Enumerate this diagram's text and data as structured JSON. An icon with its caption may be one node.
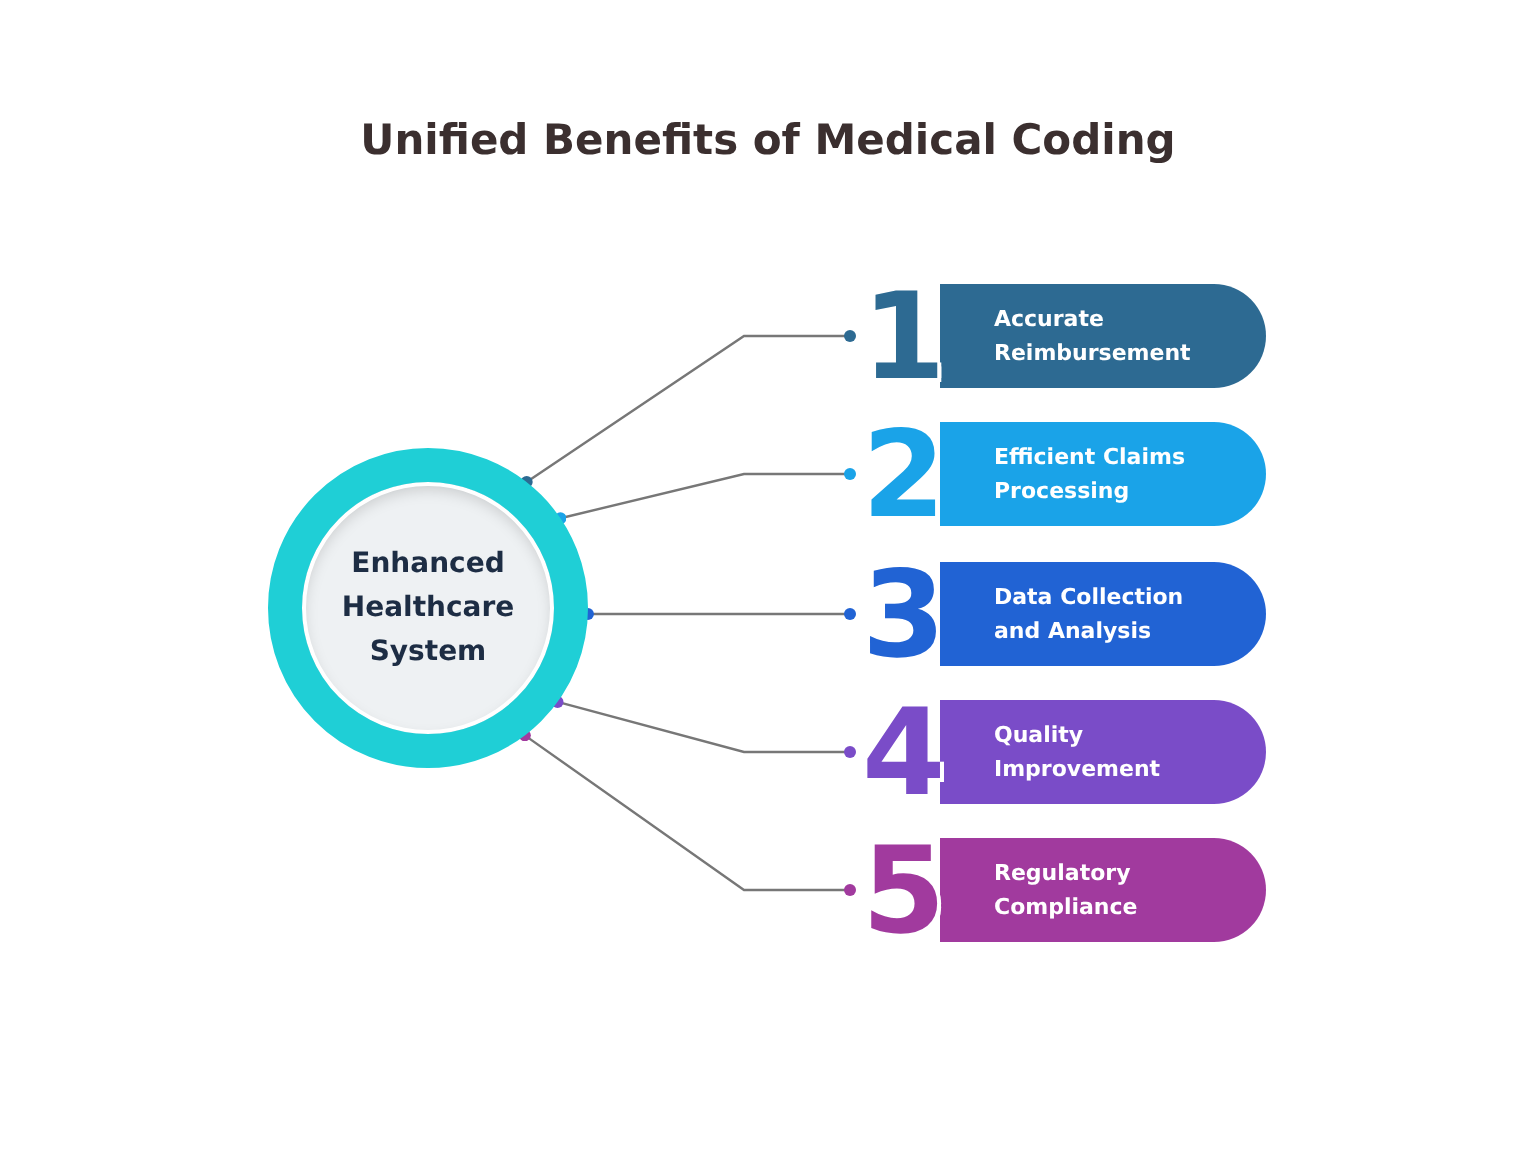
{
  "diagram": {
    "title": "Unified Benefits of Medical Coding",
    "nodes": [
      {
        "text": [
          "Enhanced Healthcare System"
        ]
      },
      {
        "text": [
          "1",
          "Accurate Reimbursement"
        ]
      },
      {
        "text": [
          "2",
          "Efficient Claims Processing"
        ]
      },
      {
        "text": [
          "3",
          "Data Collection and Analysis"
        ]
      },
      {
        "text": [
          "4",
          "Quality Improvement"
        ]
      },
      {
        "text": [
          "5",
          "Regulatory Compliance"
        ]
      }
    ],
    "edges": [
      {
        "from": 0,
        "to": 1,
        "arrow": "other"
      },
      {
        "from": 0,
        "to": 2,
        "arrow": "other"
      },
      {
        "from": 0,
        "to": 3,
        "arrow": "other"
      },
      {
        "from": 0,
        "to": 4,
        "arrow": "other"
      },
      {
        "from": 0,
        "to": 5,
        "arrow": "other"
      }
    ]
  }
}
